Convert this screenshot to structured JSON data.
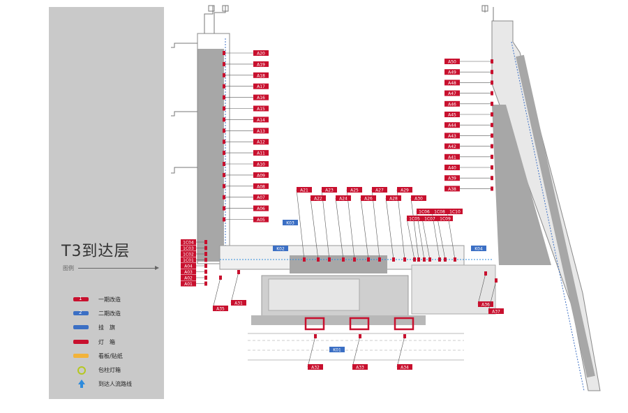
{
  "floor_title": "T3到达层",
  "legend": {
    "heading": "图例",
    "items": [
      {
        "marker": "1",
        "label": "一期改造",
        "color": "#c8102e"
      },
      {
        "marker": "2",
        "label": "二期改造",
        "color": "#3b6fc4"
      },
      {
        "marker": "",
        "label": "挂　旗",
        "color": "#3b6fc4"
      },
      {
        "marker": "",
        "label": "灯　箱",
        "color": "#c8102e"
      },
      {
        "marker": "",
        "label": "看板/贴纸",
        "color": "#f2b33a"
      },
      {
        "marker": "",
        "label": "包柱灯箱",
        "color": "#b5c820"
      },
      {
        "marker": "",
        "label": "到达人流路线",
        "color": "#2e8bdc"
      }
    ]
  },
  "colors": {
    "red": "#c8102e",
    "blue": "#3b6fc4",
    "gray": "#9b9b9b",
    "panel": "#c9c9c9"
  },
  "labels": {
    "left_pier": [
      "A20",
      "A19",
      "A18",
      "A17",
      "A16",
      "A15",
      "A14",
      "A13",
      "A12",
      "A11",
      "A10",
      "A09",
      "A08",
      "A07",
      "A06",
      "A05"
    ],
    "left_mid": [
      "1C04",
      "1C03",
      "1C02",
      "1C01",
      "A04",
      "A03",
      "A02",
      "A01"
    ],
    "right_pier": [
      "A50",
      "A49",
      "A48",
      "A47",
      "A46",
      "A45",
      "A44",
      "A43",
      "A42",
      "A41",
      "A40",
      "A39",
      "A38"
    ],
    "top_row_1": [
      "A21",
      "A23",
      "A25",
      "A27",
      "A29"
    ],
    "top_row_2": [
      "A22",
      "A24",
      "A26",
      "A28",
      "A30"
    ],
    "center_1": [
      "1C06",
      "1C08",
      "1C10"
    ],
    "center_2": [
      "1C05",
      "1C07",
      "1C09"
    ],
    "blue_tags": [
      "K03",
      "K01"
    ],
    "bottom": [
      "A35",
      "A31",
      "A32",
      "A33",
      "A34",
      "A36",
      "A37"
    ],
    "blue_small": [
      "K02",
      "K04"
    ]
  }
}
